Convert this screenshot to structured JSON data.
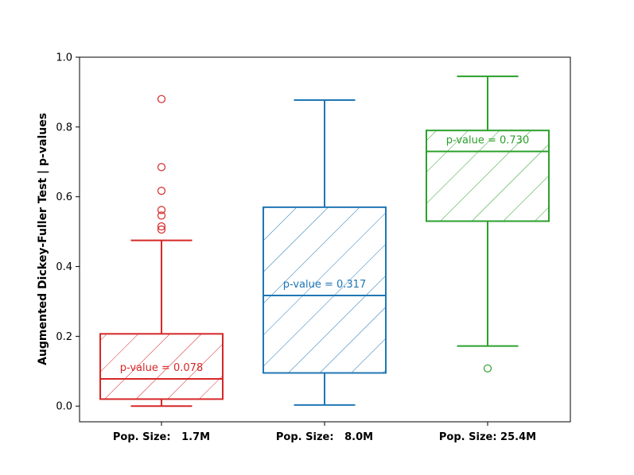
{
  "chart_data": {
    "type": "box",
    "ylabel": "Augmented Dickey-Fuller Test | p-values",
    "xlabel": "",
    "ylim": [
      -0.045,
      1.0
    ],
    "yticks": [
      0.0,
      0.2,
      0.4,
      0.6,
      0.8,
      1.0
    ],
    "ytick_labels": [
      "0.0",
      "0.2",
      "0.4",
      "0.6",
      "0.8",
      "1.0"
    ],
    "grid": false,
    "hatch": "diagonal",
    "categories": [
      "Pop. Size:   1.7M",
      "Pop. Size:   8.0M",
      "Pop. Size: 25.4M"
    ],
    "series": [
      {
        "color": "#d62728",
        "whisker_low": 0.0,
        "q1": 0.02,
        "median": 0.078,
        "q3": 0.207,
        "whisker_high": 0.475,
        "outliers": [
          0.88,
          0.685,
          0.617,
          0.562,
          0.546,
          0.515,
          0.506
        ],
        "annotation": "p-value = 0.078"
      },
      {
        "color": "#1f77b4",
        "whisker_low": 0.003,
        "q1": 0.095,
        "median": 0.317,
        "q3": 0.57,
        "whisker_high": 0.877,
        "outliers": [],
        "annotation": "p-value = 0.317"
      },
      {
        "color": "#2ca02c",
        "whisker_low": 0.172,
        "q1": 0.53,
        "median": 0.73,
        "q3": 0.79,
        "whisker_high": 0.945,
        "outliers": [
          0.108
        ],
        "annotation": "p-value = 0.730"
      }
    ]
  }
}
